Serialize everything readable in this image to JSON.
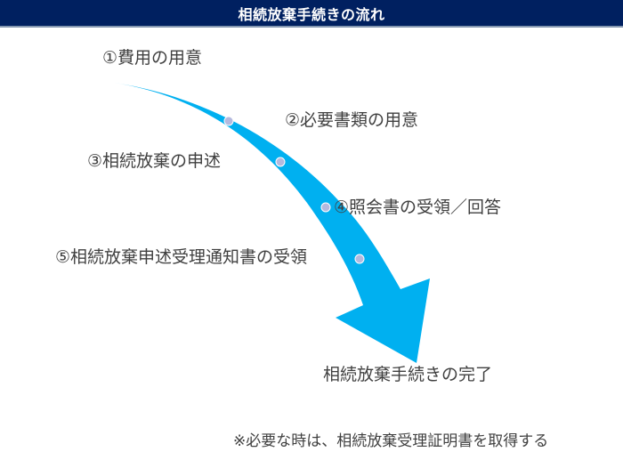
{
  "header": {
    "title": "相続放棄手続きの流れ"
  },
  "steps": [
    {
      "label": "①費用の用意"
    },
    {
      "label": "②必要書類の用意"
    },
    {
      "label": "③相続放棄の申述"
    },
    {
      "label": "④照会書の受領／回答"
    },
    {
      "label": "⑤相続放棄申述受理通知書の受領"
    }
  ],
  "completion": {
    "label": "相続放棄手続きの完了"
  },
  "note": {
    "text": "※必要な時は、相続放棄受理証明書を取得する"
  },
  "colors": {
    "header_bg": "#002060",
    "arrow": "#00b0f0",
    "dot": "#b4b9de",
    "text": "#404040"
  }
}
